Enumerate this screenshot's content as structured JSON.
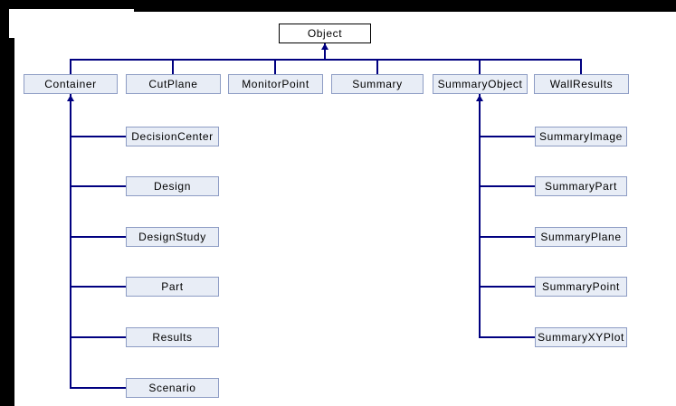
{
  "diagram": {
    "type": "class-hierarchy",
    "root": {
      "label": "Object"
    },
    "level1": [
      {
        "label": "Container"
      },
      {
        "label": "CutPlane"
      },
      {
        "label": "MonitorPoint"
      },
      {
        "label": "Summary"
      },
      {
        "label": "SummaryObject"
      },
      {
        "label": "WallResults"
      }
    ],
    "container_children": [
      {
        "label": "DecisionCenter"
      },
      {
        "label": "Design"
      },
      {
        "label": "DesignStudy"
      },
      {
        "label": "Part"
      },
      {
        "label": "Results"
      },
      {
        "label": "Scenario"
      }
    ],
    "summary_object_children": [
      {
        "label": "SummaryImage"
      },
      {
        "label": "SummaryPart"
      },
      {
        "label": "SummaryPlane"
      },
      {
        "label": "SummaryPoint"
      },
      {
        "label": "SummaryXYPlot"
      }
    ],
    "colors": {
      "node_fill": "#e8edf6",
      "node_border": "#8d9cc4",
      "root_fill": "#ffffff",
      "root_border": "#000000",
      "connector": "#000080",
      "background": "#ffffff",
      "window_edge": "#000000"
    }
  }
}
